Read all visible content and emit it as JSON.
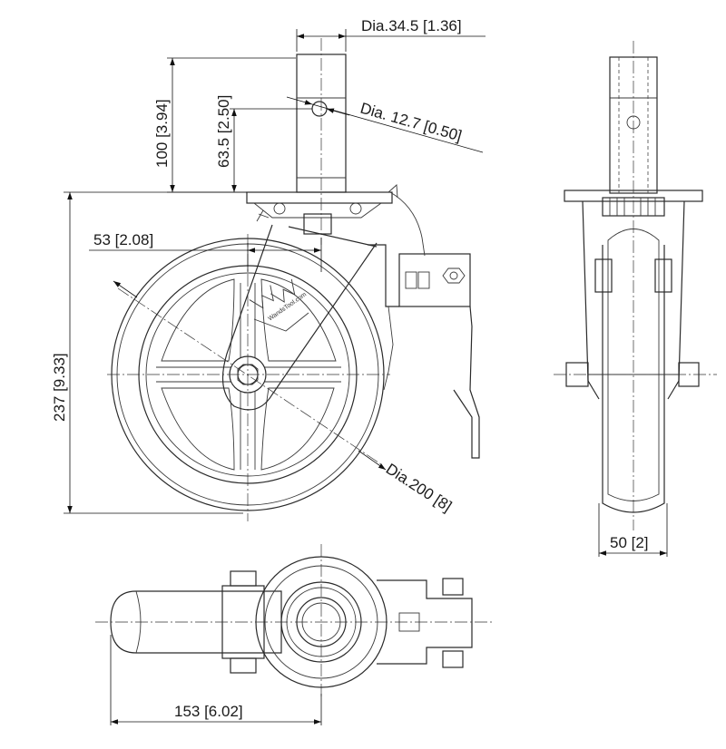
{
  "dimensions": {
    "stem_diameter": "Dia.34.5 [1.36]",
    "hole_diameter": "Dia. 12.7 [0.50]",
    "stem_height": "100 [3.94]",
    "hole_height": "63.5 [2.50]",
    "offset": "53 [2.08]",
    "overall_height": "237 [9.33]",
    "wheel_diameter": "Dia.200 [8]",
    "wheel_width": "50 [2]",
    "length": "153 [6.02]"
  },
  "logo": {
    "text": "WandsTool.com"
  }
}
